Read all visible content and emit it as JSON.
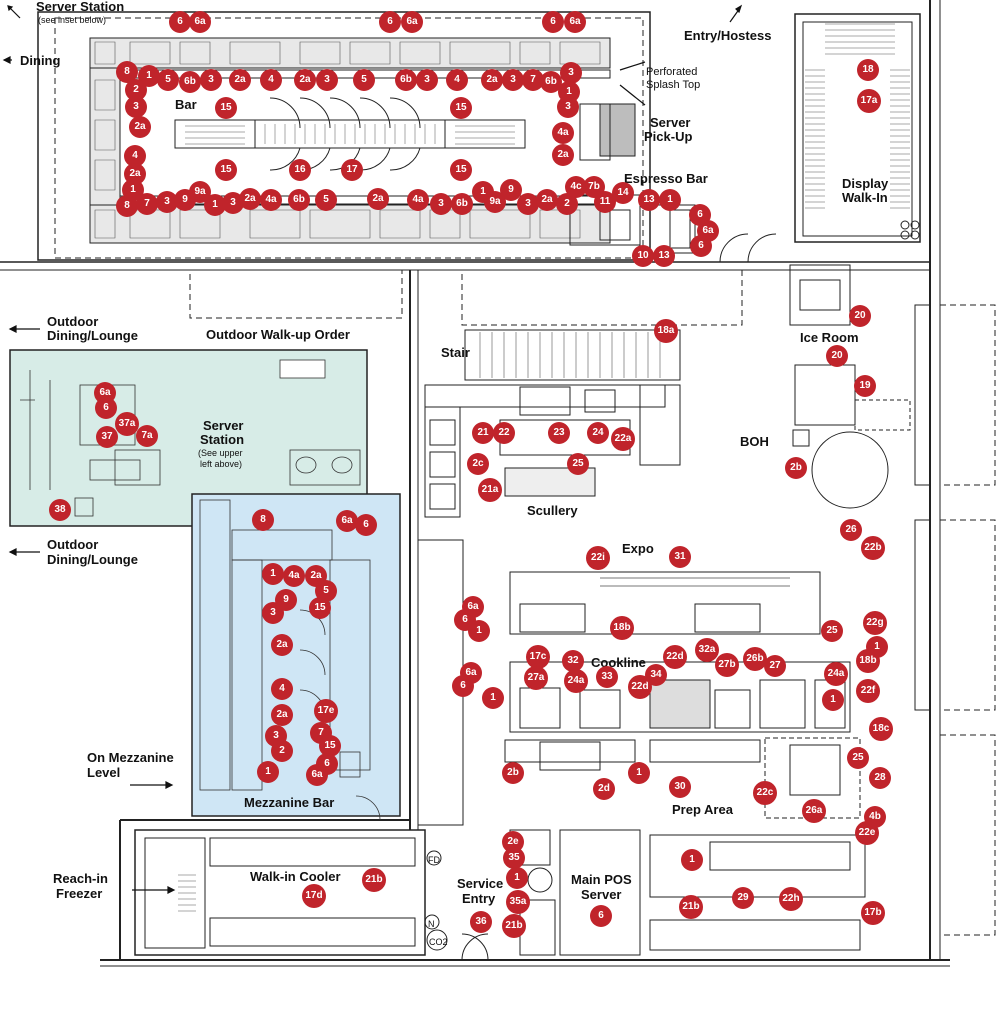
{
  "labels": {
    "server_station": "Server Station",
    "see_inset": "(see inset below)",
    "dining": "Dining",
    "entry_hostess": "Entry/Hostess",
    "bar": "Bar",
    "perforated": "Perforated",
    "splash_top": "Splash Top",
    "server_pickup_1": "Server",
    "server_pickup_2": "Pick-Up",
    "espresso_bar": "Espresso Bar",
    "display_1": "Display",
    "display_2": "Walk-In",
    "outdoor_1a": "Outdoor",
    "outdoor_1b": "Dining/Lounge",
    "outdoor_walkup": "Outdoor Walk-up Order",
    "stair": "Stair",
    "ice_room": "Ice Room",
    "inset_server_1": "Server",
    "inset_server_2": "Station",
    "inset_see_1": "(See upper",
    "inset_see_2": "left above)",
    "boh": "BOH",
    "scullery": "Scullery",
    "outdoor_2a": "Outdoor",
    "outdoor_2b": "Dining/Lounge",
    "expo": "Expo",
    "cookline": "Cookline",
    "on_mezz_1": "On Mezzanine",
    "on_mezz_2": "Level",
    "mezz_bar": "Mezzanine Bar",
    "prep_area": "Prep Area",
    "reachin_1": "Reach-in",
    "reachin_2": "Freezer",
    "walkin_cooler": "Walk-in Cooler",
    "service_1": "Service",
    "service_2": "Entry",
    "main_pos_1": "Main POS",
    "main_pos_2": "Server",
    "fd": "FD",
    "n": "N",
    "co2": "CO2"
  },
  "tags": [
    "6",
    "6a",
    "6",
    "6a",
    "6",
    "6a",
    "8",
    "1",
    "5",
    "6b",
    "3",
    "2a",
    "4",
    "2a",
    "3",
    "5",
    "6b",
    "3",
    "4",
    "2a",
    "3",
    "7",
    "6b",
    "3",
    "2",
    "3",
    "2a",
    "4",
    "2a",
    "1",
    "8",
    "7",
    "3",
    "9",
    "9a",
    "1",
    "3",
    "2a",
    "4a",
    "6b",
    "5",
    "2a",
    "4a",
    "3",
    "6b",
    "1",
    "9a",
    "9",
    "3",
    "2a",
    "2",
    "1",
    "3",
    "4a",
    "2a",
    "15",
    "15",
    "16",
    "17",
    "15",
    "15",
    "4c",
    "7b",
    "11",
    "14",
    "13",
    "1",
    "6",
    "6a",
    "10",
    "13",
    "6",
    "18",
    "17a",
    "20",
    "20",
    "19",
    "18a",
    "21",
    "22",
    "23",
    "24",
    "22a",
    "2c",
    "25",
    "21a",
    "2b",
    "26",
    "6a",
    "6",
    "37a",
    "37",
    "7a",
    "38",
    "8",
    "6a",
    "6",
    "1",
    "4a",
    "2a",
    "5",
    "15",
    "3",
    "9",
    "2a",
    "4",
    "2a",
    "17e",
    "7",
    "15",
    "3",
    "2",
    "6",
    "6a",
    "1",
    "22i",
    "31",
    "18b",
    "17c",
    "32a",
    "25",
    "32",
    "22d",
    "27b",
    "26b",
    "27",
    "27a",
    "24a",
    "33",
    "22d",
    "34",
    "24a",
    "1",
    "1",
    "2b",
    "2d",
    "1",
    "30",
    "22c",
    "25",
    "26a",
    "6a",
    "6",
    "1",
    "6a",
    "6",
    "22b",
    "22g",
    "1",
    "18b",
    "22f",
    "18c",
    "28",
    "4b",
    "22e",
    "17b",
    "21b",
    "17d",
    "2e",
    "35",
    "1",
    "35a",
    "21b",
    "36",
    "6",
    "1",
    "29",
    "22h",
    "21b"
  ]
}
